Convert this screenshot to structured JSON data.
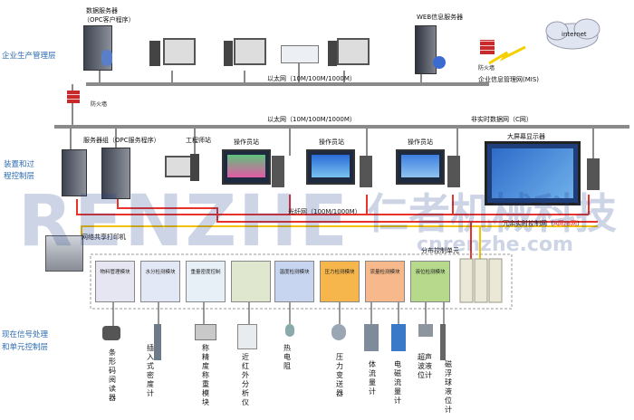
{
  "layers": {
    "enterprise": "企业生产管理层",
    "device_control": [
      "装置和过",
      "程控制层"
    ],
    "signal": [
      "现在信号处理",
      "和单元控制层"
    ]
  },
  "top": {
    "data_server": [
      "数据服务器",
      "（OPC客户程序）"
    ],
    "web_server": "WEB信息服务器",
    "internet": "internet",
    "firewall_top": "防火墙",
    "ethernet_top": "以太网（10M/100M/1000M）",
    "mis": "企业信息管理网(MIS)"
  },
  "middle": {
    "firewall_left": "防火墙",
    "ethernet_mid": "以太网（10M/100M/1000M）",
    "non_realtime": "非实时数据网（C网）",
    "server_group": "服务器组（OPC服务程序）",
    "engineer_station": "工程师站",
    "operator_station": "操作员站",
    "big_screen": "大屏幕显示器",
    "fiber_net": "光纤网（100M/1000M）",
    "redundant_net_prefix": "冗余实时控制网（",
    "redundant_net_ab": "A网/B网",
    "redundant_net_suffix": "）",
    "printer": "网络共享打印机",
    "dcs_unit": "分布控制单元"
  },
  "modules": [
    {
      "label": "物料管理模块",
      "color": "#e6e6f2"
    },
    {
      "label": "水分检测模块",
      "color": "#e3e8f6"
    },
    {
      "label": "重量密度控制",
      "color": "#e6f0f6"
    },
    {
      "label": "",
      "color": "#dfe8cf"
    },
    {
      "label": "温度检测模块",
      "color": "#c7d5f0"
    },
    {
      "label": "压力检测模块",
      "color": "#f7b64c"
    },
    {
      "label": "流量检测模块",
      "color": "#f7b98b"
    },
    {
      "label": "液位检测模块",
      "color": "#b6d98c"
    }
  ],
  "devices": [
    {
      "label": "条形码阅读器"
    },
    {
      "label": "插入式密度计"
    },
    {
      "label": "称精度称重模块"
    },
    {
      "label": "近红外分析仪"
    },
    {
      "label": "热电阻"
    },
    {
      "label": "压力变送器"
    },
    {
      "label": "体流量计"
    },
    {
      "label": "电磁流量计"
    },
    {
      "label": "超声波液位计"
    },
    {
      "label": "磁浮球液位计"
    }
  ],
  "watermark": {
    "brand": "RENZHE",
    "cn": "仁者机械科技",
    "url": "cnrenzhe.com"
  },
  "colors": {
    "layer_text": "#2e6cb2",
    "ethernet": "#7a7a7a",
    "fiber": "#e8322a",
    "control_net": "#f2c200",
    "firewall": "#c72a2a"
  }
}
